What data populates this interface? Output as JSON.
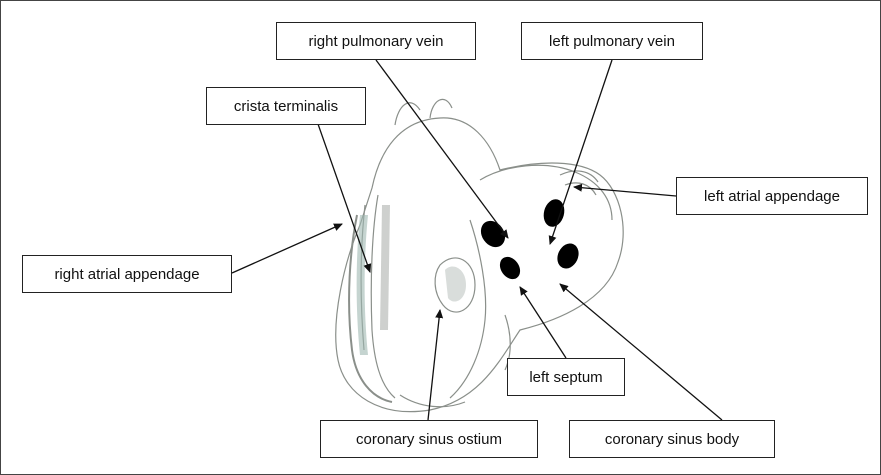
{
  "diagram": {
    "labels": {
      "right_pulmonary_vein": "right pulmonary vein",
      "left_pulmonary_vein": "left pulmonary vein",
      "crista_terminalis": "crista terminalis",
      "left_atrial_appendage": "left atrial appendage",
      "right_atrial_appendage": "right atrial appendage",
      "left_septum": "left septum",
      "coronary_sinus_ostium": "coronary sinus ostium",
      "coronary_sinus_body": "coronary sinus body"
    },
    "colors": {
      "line": "#111111",
      "sketch": "#8a8f8a",
      "tint": "#9fb8b0",
      "marker": "#000000"
    }
  }
}
